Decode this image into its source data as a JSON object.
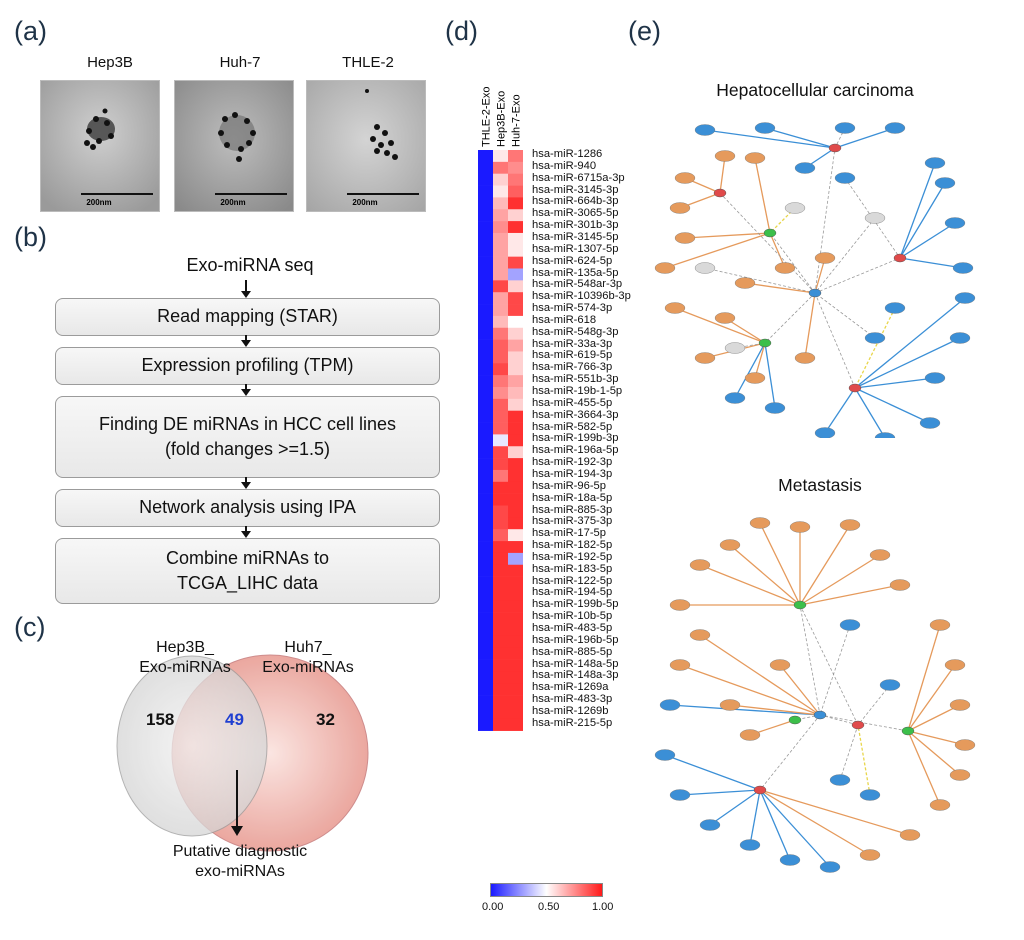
{
  "panels": {
    "a": "(a)",
    "b": "(b)",
    "c": "(c)",
    "d": "(d)",
    "e": "(e)"
  },
  "panel_a": {
    "images": [
      {
        "title": "Hep3B",
        "scale": "200nm"
      },
      {
        "title": "Huh-7",
        "scale": "200nm"
      },
      {
        "title": "THLE-2",
        "scale": "200nm"
      }
    ]
  },
  "panel_b": {
    "start": "Exo-miRNA seq",
    "steps": [
      "Read mapping (STAR)",
      "Expression profiling (TPM)",
      "Finding DE miRNAs in HCC cell lines",
      "Network analysis using IPA",
      "Combine miRNAs to"
    ],
    "step3_line2": "(fold changes >=1.5)",
    "step5_line2": "TCGA_LIHC data"
  },
  "panel_c": {
    "left_label_1": "Hep3B_",
    "left_label_2": "Exo-miRNAs",
    "right_label_1": "Huh7_",
    "right_label_2": "Exo-miRNAs",
    "left_only": "158",
    "overlap": "49",
    "right_only": "32",
    "note_1": "Putative diagnostic",
    "note_2": "exo-miRNAs",
    "colors": {
      "left": "#d9d9d9",
      "right": "#e8958b",
      "overlap_text": "#1f3fd1"
    }
  },
  "chart_data": {
    "type": "heatmap",
    "columns": [
      "THLE-2-Exo",
      "Hep3B-Exo",
      "Huh-7-Exo"
    ],
    "rows": [
      "hsa-miR-1286",
      "hsa-miR-940",
      "hsa-miR-6715a-3p",
      "hsa-miR-3145-3p",
      "hsa-miR-664b-3p",
      "hsa-miR-3065-5p",
      "hsa-miR-301b-3p",
      "hsa-miR-3145-5p",
      "hsa-miR-1307-5p",
      "hsa-miR-624-5p",
      "hsa-miR-135a-5p",
      "hsa-miR-548ar-3p",
      "hsa-miR-10396b-3p",
      "hsa-miR-574-3p",
      "hsa-miR-618",
      "hsa-miR-548g-3p",
      "hsa-miR-33a-3p",
      "hsa-miR-619-5p",
      "hsa-miR-766-3p",
      "hsa-miR-551b-3p",
      "hsa-miR-19b-1-5p",
      "hsa-miR-455-5p",
      "hsa-miR-3664-3p",
      "hsa-miR-582-5p",
      "hsa-miR-199b-3p",
      "hsa-miR-196a-5p",
      "hsa-miR-192-3p",
      "hsa-miR-194-3p",
      "hsa-miR-96-5p",
      "hsa-miR-18a-5p",
      "hsa-miR-885-3p",
      "hsa-miR-375-3p",
      "hsa-miR-17-5p",
      "hsa-miR-182-5p",
      "hsa-miR-192-5p",
      "hsa-miR-183-5p",
      "hsa-miR-122-5p",
      "hsa-miR-194-5p",
      "hsa-miR-199b-5p",
      "hsa-miR-10b-5p",
      "hsa-miR-483-5p",
      "hsa-miR-196b-5p",
      "hsa-miR-885-5p",
      "hsa-miR-148a-5p",
      "hsa-miR-148a-3p",
      "hsa-miR-1269a",
      "hsa-miR-483-3p",
      "hsa-miR-1269b",
      "hsa-miR-215-5p"
    ],
    "values": [
      [
        0.0,
        0.55,
        0.8
      ],
      [
        0.0,
        0.8,
        0.75
      ],
      [
        0.0,
        0.6,
        0.8
      ],
      [
        0.0,
        0.55,
        0.85
      ],
      [
        0.0,
        0.65,
        0.95
      ],
      [
        0.0,
        0.7,
        0.6
      ],
      [
        0.0,
        0.75,
        0.95
      ],
      [
        0.0,
        0.7,
        0.55
      ],
      [
        0.0,
        0.7,
        0.55
      ],
      [
        0.0,
        0.7,
        0.9
      ],
      [
        0.0,
        0.7,
        0.3
      ],
      [
        0.0,
        0.9,
        0.6
      ],
      [
        0.0,
        0.7,
        0.9
      ],
      [
        0.0,
        0.7,
        0.9
      ],
      [
        0.0,
        0.65,
        0.5
      ],
      [
        0.0,
        0.8,
        0.6
      ],
      [
        0.0,
        0.85,
        0.7
      ],
      [
        0.0,
        0.85,
        0.6
      ],
      [
        0.0,
        0.9,
        0.6
      ],
      [
        0.0,
        0.8,
        0.7
      ],
      [
        0.0,
        0.75,
        0.65
      ],
      [
        0.0,
        0.85,
        0.6
      ],
      [
        0.0,
        0.85,
        0.95
      ],
      [
        0.0,
        0.85,
        0.95
      ],
      [
        0.0,
        0.45,
        0.95
      ],
      [
        0.0,
        0.9,
        0.6
      ],
      [
        0.0,
        0.9,
        0.95
      ],
      [
        0.0,
        0.8,
        0.95
      ],
      [
        0.0,
        0.95,
        0.95
      ],
      [
        0.0,
        0.95,
        0.95
      ],
      [
        0.0,
        0.9,
        0.95
      ],
      [
        0.0,
        0.9,
        0.95
      ],
      [
        0.0,
        0.85,
        0.55
      ],
      [
        0.0,
        0.95,
        0.95
      ],
      [
        0.0,
        0.95,
        0.3
      ],
      [
        0.0,
        0.95,
        0.95
      ],
      [
        0.0,
        0.95,
        0.95
      ],
      [
        0.0,
        0.95,
        0.95
      ],
      [
        0.0,
        0.95,
        0.95
      ],
      [
        0.0,
        0.95,
        0.95
      ],
      [
        0.0,
        0.95,
        0.95
      ],
      [
        0.0,
        0.95,
        0.95
      ],
      [
        0.0,
        0.95,
        0.95
      ],
      [
        0.0,
        0.95,
        0.95
      ],
      [
        0.0,
        0.95,
        0.95
      ],
      [
        0.0,
        0.95,
        0.95
      ],
      [
        0.0,
        0.95,
        0.95
      ],
      [
        0.0,
        0.95,
        0.95
      ],
      [
        0.0,
        0.95,
        0.95
      ]
    ],
    "colorbar": {
      "min": 0.0,
      "mid": 0.5,
      "max": 1.0,
      "ticks": [
        "0.00",
        "0.50",
        "1.00"
      ],
      "colors": [
        "#1a1aff",
        "#ffffff",
        "#ff1a1a"
      ]
    }
  },
  "panel_e": {
    "titles": [
      "Hepatocellular carcinoma",
      "Metastasis"
    ],
    "node_colors": {
      "blue": "#3b8fd6",
      "orange": "#e59a5c",
      "hub_green": "#3cbf4a",
      "hub_red": "#e04a4a",
      "gray": "#d9d9d9"
    },
    "edge_colors": {
      "blue": "#3b8fd6",
      "orange": "#e59a5c",
      "gray": "#9a9a9a",
      "yellow": "#e8d64a"
    }
  }
}
